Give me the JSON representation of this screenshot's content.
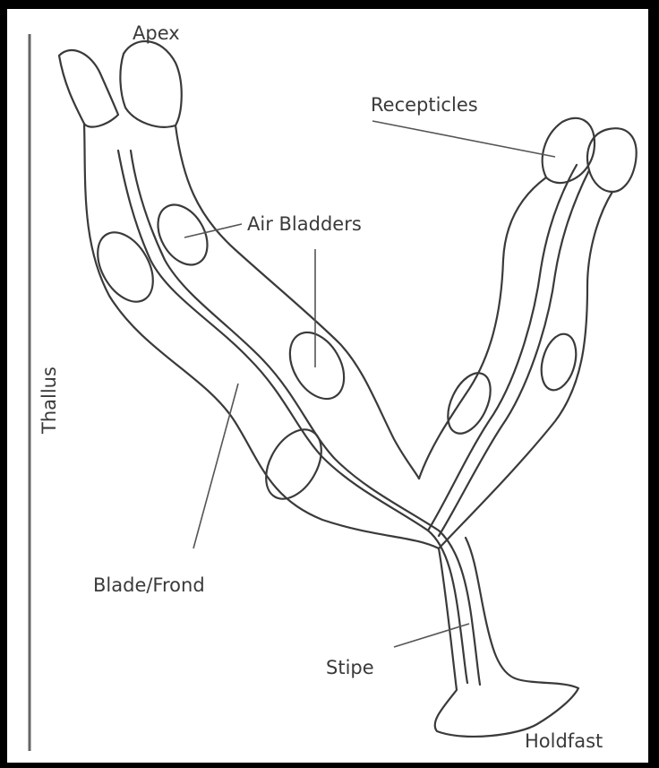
{
  "diagram": {
    "labels": {
      "apex": "Apex",
      "receptacles": "Recepticles",
      "air_bladders": "Air Bladders",
      "thallus": "Thallus",
      "blade_frond": "Blade/Frond",
      "stipe": "Stipe",
      "holdfast": "Holdfast"
    },
    "colors": {
      "frame": "#000000",
      "line": "#3a3a3a",
      "background": "#ffffff"
    }
  }
}
